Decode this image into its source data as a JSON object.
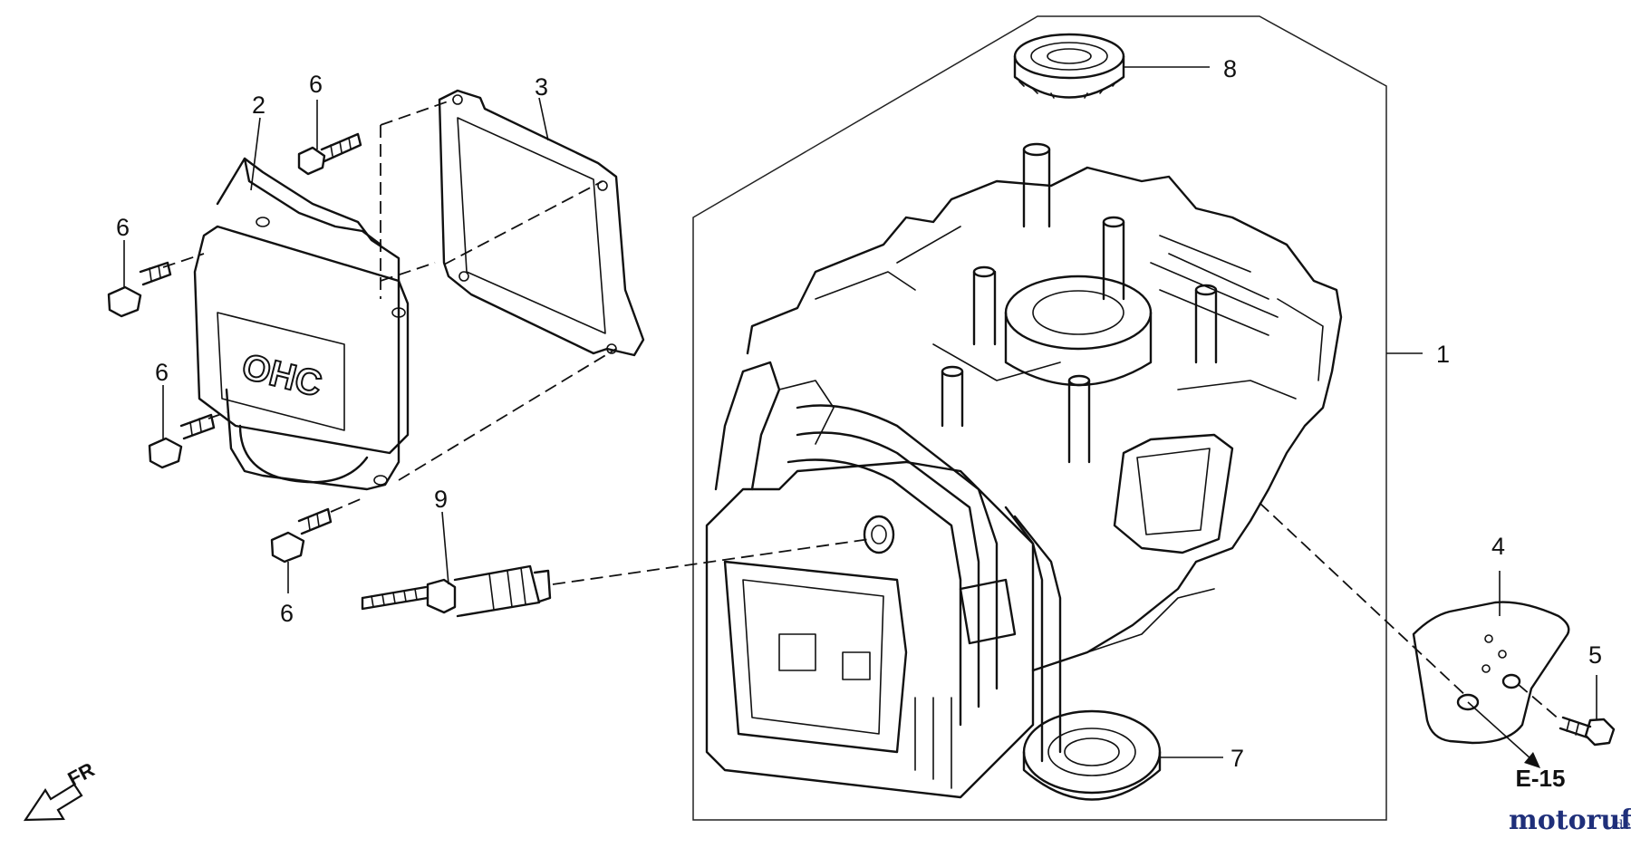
{
  "callouts": {
    "c1": "1",
    "c2": "2",
    "c3": "3",
    "c4": "4",
    "c5": "5",
    "c6a": "6",
    "c6b": "6",
    "c6c": "6",
    "c6d": "6",
    "c7": "7",
    "c8": "8",
    "c9": "9"
  },
  "reference": "E-15",
  "front_marker": "FR",
  "cover_emboss": "OHC",
  "watermark": {
    "text_main": "motoruf",
    "text_suffix": ".de",
    "colors": {
      "dark": "#1f2f7a",
      "accent": "#f2a000"
    }
  }
}
